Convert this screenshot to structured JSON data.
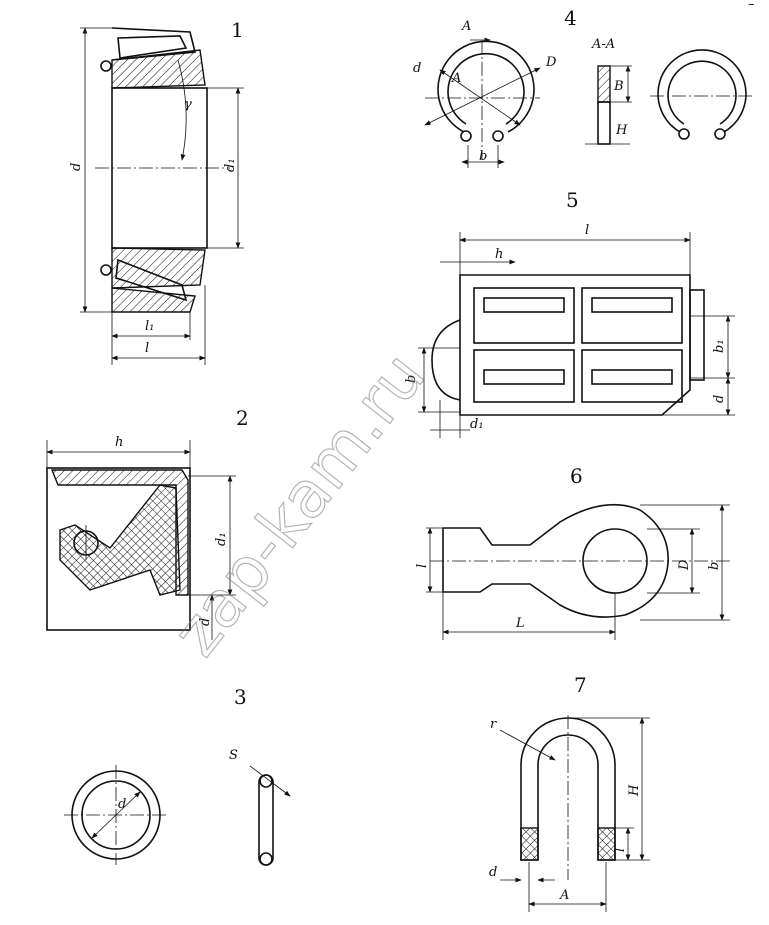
{
  "corner_mark": "–",
  "watermark": "zap-kam.ru",
  "figures": [
    {
      "number": "1",
      "labels": [
        "d",
        "d₁",
        "γ",
        "l₁",
        "l"
      ]
    },
    {
      "number": "2",
      "labels": [
        "h",
        "d₁",
        "d"
      ]
    },
    {
      "number": "3",
      "labels": [
        "d",
        "S"
      ]
    },
    {
      "number": "4",
      "labels": [
        "A",
        "d",
        "A",
        "D",
        "b",
        "A-A",
        "B",
        "H"
      ]
    },
    {
      "number": "5",
      "labels": [
        "l",
        "h",
        "b₁",
        "d",
        "b",
        "d₁"
      ]
    },
    {
      "number": "6",
      "labels": [
        "l",
        "D",
        "b",
        "L"
      ]
    },
    {
      "number": "7",
      "labels": [
        "r",
        "H",
        "l",
        "d",
        "A"
      ]
    }
  ]
}
